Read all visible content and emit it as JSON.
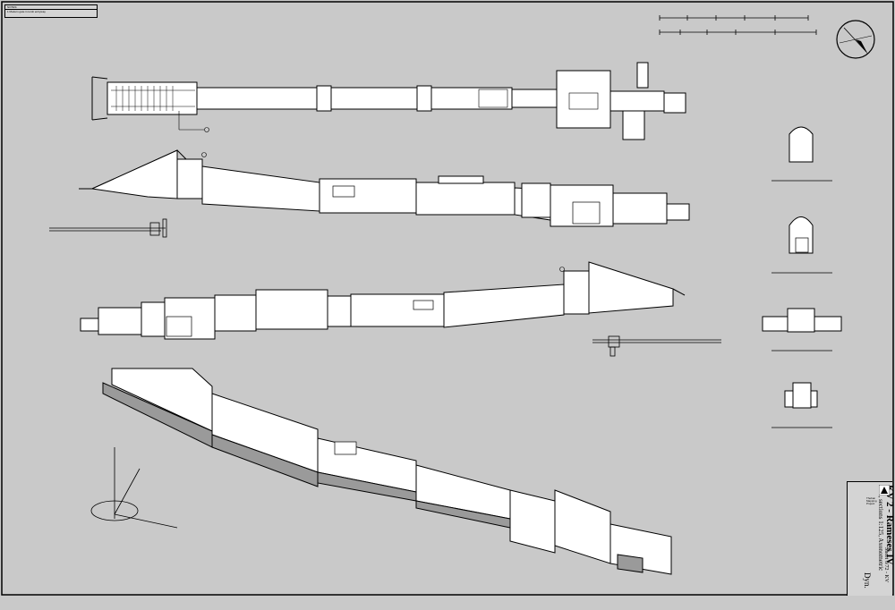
{
  "notes": {
    "header": "NOTES:",
    "item_number": "1",
    "item_text": "Modern gate in tomb entryway"
  },
  "title_block": {
    "tomb": "KV 2 - Rameses IV",
    "subtitle": "Plan, sections 1:125, Axonometric",
    "dynasty": "Dyn.",
    "sheet": "Sheet 8/72 - KV"
  },
  "logo_lines": [
    "Theban",
    "Mapping",
    "Project"
  ],
  "colors": {
    "background": "#c9c9c9",
    "paper": "#ffffff",
    "line": "#000000",
    "shade": "#9a9a9a"
  },
  "icons": [
    "north-arrow-icon",
    "logo-icon"
  ]
}
